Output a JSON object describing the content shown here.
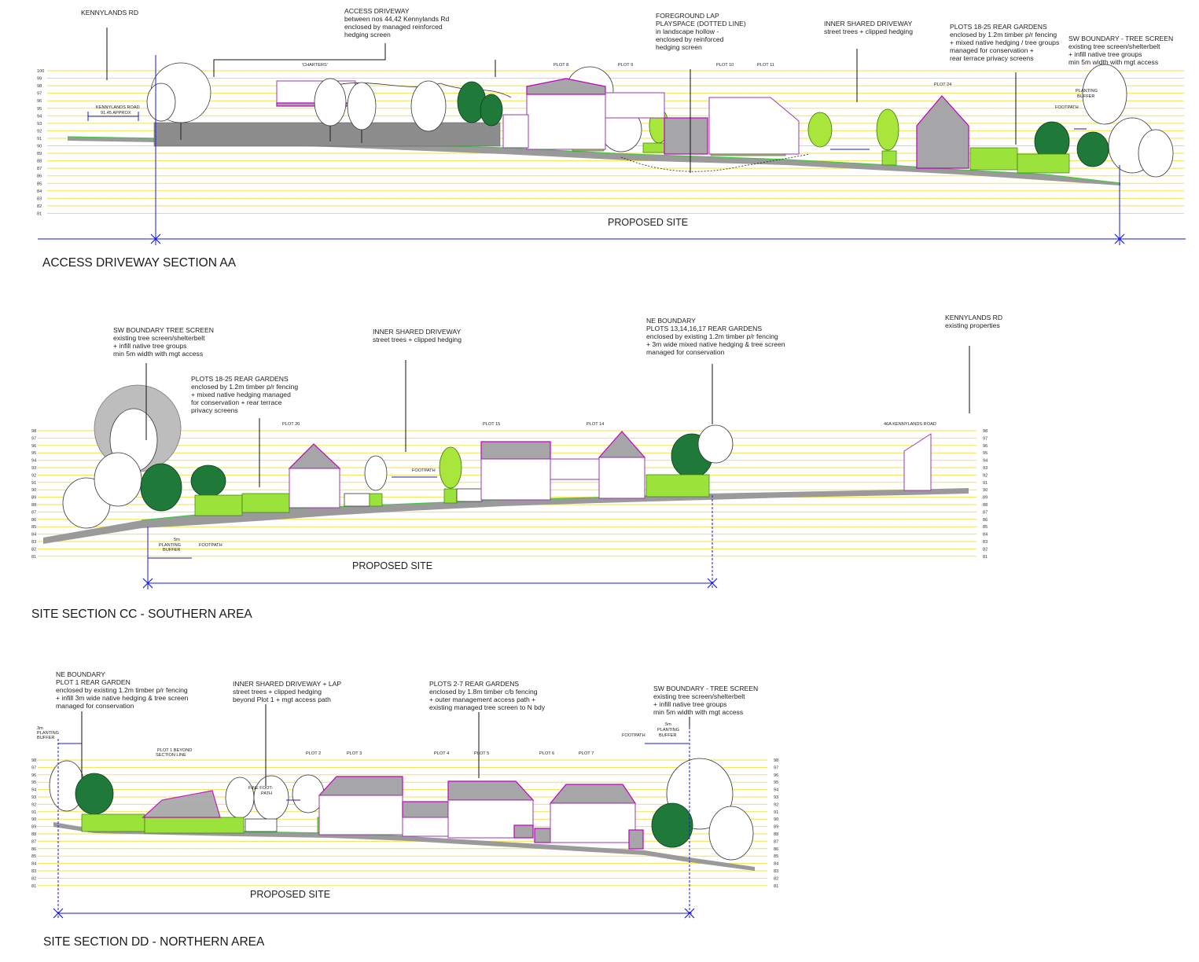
{
  "colors": {
    "grid": "#f2e24a",
    "ground": "#9a9a9a",
    "ground_line": "#46c646",
    "hedge": "#9be23a",
    "dark_tree": "#1f7a3a",
    "building_outline": "#c000c0",
    "building_fill": "#a6a6a8",
    "dimension": "#1a1ad8"
  },
  "section_aa": {
    "title": "ACCESS DRIVEWAY SECTION  AA",
    "site_label": "PROPOSED SITE",
    "levels": [
      "100",
      "99",
      "98",
      "97",
      "96",
      "95",
      "94",
      "93",
      "92",
      "91",
      "90",
      "89",
      "88",
      "87",
      "86",
      "85",
      "84",
      "83",
      "82",
      "81"
    ],
    "road_dim": {
      "line1": "KENNYLANDS ROAD",
      "line2": "91.45 APPROX"
    },
    "chartes_label": "'CHARTERS'",
    "plots": [
      "PLOT 8",
      "PLOT 9",
      "PLOT 10",
      "PLOT 11",
      "PLOT 24"
    ],
    "notes": {
      "kennylands": [
        "KENNYLANDS  RD"
      ],
      "access": [
        "ACCESS DRIVEWAY",
        "between nos 44,42 Kennylands Rd",
        "enclosed by managed reinforced",
        "hedging screen"
      ],
      "lap": [
        "FOREGROUND LAP",
        "PLAYSPACE (DOTTED LINE)",
        "in landscape hollow -",
        "enclosed by reinforced",
        "hedging screen"
      ],
      "inner": [
        "INNER SHARED DRIVEWAY",
        "street trees + clipped hedging"
      ],
      "plots1825": [
        "PLOTS 18-25 REAR GARDENS",
        "enclosed by 1.2m timber p/r fencing",
        "+ mixed native hedging / tree groups",
        "managed for conservation +",
        "rear terrace privacy screens"
      ],
      "sw": [
        "SW BOUNDARY  - TREE SCREEN",
        "existing tree screen/shelterbelt",
        "+ infill  native tree groups",
        "min 5m width with mgt access"
      ]
    },
    "planting_buffer": [
      "PLANTING",
      "BUFFER"
    ],
    "footpath": "FOOTPATH"
  },
  "section_cc": {
    "title": "SITE SECTION CC - SOUTHERN AREA",
    "site_label": "PROPOSED SITE",
    "levels": [
      "98",
      "97",
      "96",
      "95",
      "94",
      "93",
      "92",
      "91",
      "90",
      "89",
      "88",
      "87",
      "86",
      "85",
      "84",
      "83",
      "82",
      "81"
    ],
    "plots": [
      "PLOT 20",
      "PLOT 15",
      "PLOT 14",
      "46A KENNYLANDS ROAD"
    ],
    "footpath_mid": "FOOTPATH",
    "buffer": [
      "5m",
      "PLANTING",
      "BUFFER"
    ],
    "footpath": "FOOTPATH",
    "notes": {
      "sw": [
        "SW BOUNDARY  TREE SCREEN",
        "existing tree screen/shelterbelt",
        "+ infill native tree groups",
        "min 5m width with mgt access"
      ],
      "plots1825": [
        "PLOTS 18-25 REAR GARDENS",
        "enclosed by 1.2m timber p/r fencing",
        "+ mixed native hedging managed",
        "for conservation +  rear terrace",
        "privacy screens"
      ],
      "inner": [
        "INNER SHARED DRIVEWAY",
        "street trees + clipped hedging"
      ],
      "ne": [
        "NE BOUNDARY",
        "PLOTS 13,14,16,17 REAR GARDENS",
        "enclosed by existing 1.2m timber p/r fencing",
        "+  3m wide mixed native hedging & tree screen",
        "managed for conservation"
      ],
      "kennylands": [
        "KENNYLANDS  RD",
        "existing properties"
      ]
    }
  },
  "section_dd": {
    "title": "SITE SECTION DD - NORTHERN AREA",
    "site_label": "PROPOSED SITE",
    "levels": [
      "98",
      "97",
      "96",
      "95",
      "94",
      "93",
      "92",
      "91",
      "90",
      "89",
      "88",
      "87",
      "86",
      "85",
      "84",
      "83",
      "82",
      "81"
    ],
    "plots": [
      "PLOT 2",
      "PLOT 3",
      "PLOT 4",
      "PLOT 5",
      "PLOT 6",
      "PLOT 7"
    ],
    "plot1_label": [
      "PLOT 1 BEYOND",
      "SECTION LINE"
    ],
    "fine_footpath": [
      "FINE  FOOT-",
      "PATH"
    ],
    "buffer_left": [
      "3m",
      "PLANTING",
      "BUFFER"
    ],
    "buffer_right": [
      "5m",
      "PLANTING",
      "BUFFER"
    ],
    "footpath": "FOOTPATH",
    "notes": {
      "ne": [
        "NE BOUNDARY",
        "PLOT 1 REAR GARDEN",
        "enclosed by existing 1.2m timber p/r fencing",
        "+ infill 3m wide  native hedging & tree screen",
        "managed for conservation"
      ],
      "inner": [
        "INNER SHARED DRIVEWAY + LAP",
        "street trees + clipped hedging",
        "beyond Plot 1 + mgt access path"
      ],
      "plots27": [
        "PLOTS 2-7 REAR GARDENS",
        "enclosed by 1.8m timber c/b fencing",
        "+ outer management access path +",
        "existing managed tree screen to N bdy"
      ],
      "sw": [
        "SW BOUNDARY  - TREE SCREEN",
        "existing tree screen/shelterbelt",
        "+ infill native tree groups",
        "min 5m width with mgt access"
      ]
    }
  }
}
